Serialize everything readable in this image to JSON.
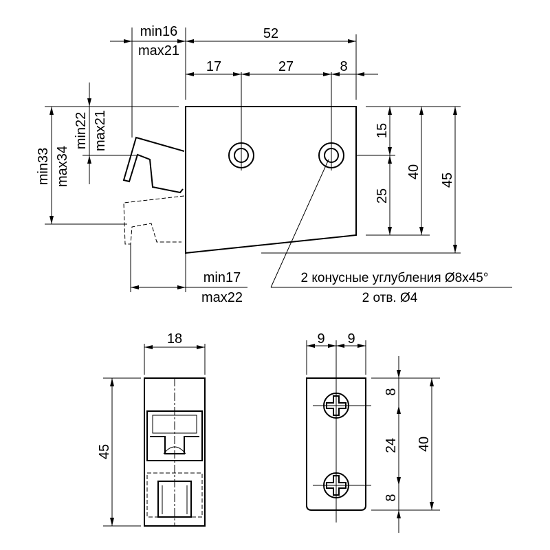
{
  "top_view": {
    "dim_52": "52",
    "dim_17": "17",
    "dim_27": "27",
    "dim_8": "8",
    "dim_15": "15",
    "dim_25": "25",
    "dim_40": "40",
    "dim_45": "45",
    "min16": "min16",
    "max21": "max21",
    "min22": "min22",
    "max21_v": "max21",
    "min33": "min33",
    "max34": "max34",
    "min17": "min17",
    "max22": "max22",
    "note_line1": "2 конусные углубления Ø8x45°",
    "note_line2": "2 отв. Ø4"
  },
  "side_view": {
    "dim_18": "18",
    "dim_45": "45"
  },
  "plate_view": {
    "dim_9a": "9",
    "dim_9b": "9",
    "dim_8a": "8",
    "dim_24": "24",
    "dim_8b": "8",
    "dim_40": "40"
  }
}
